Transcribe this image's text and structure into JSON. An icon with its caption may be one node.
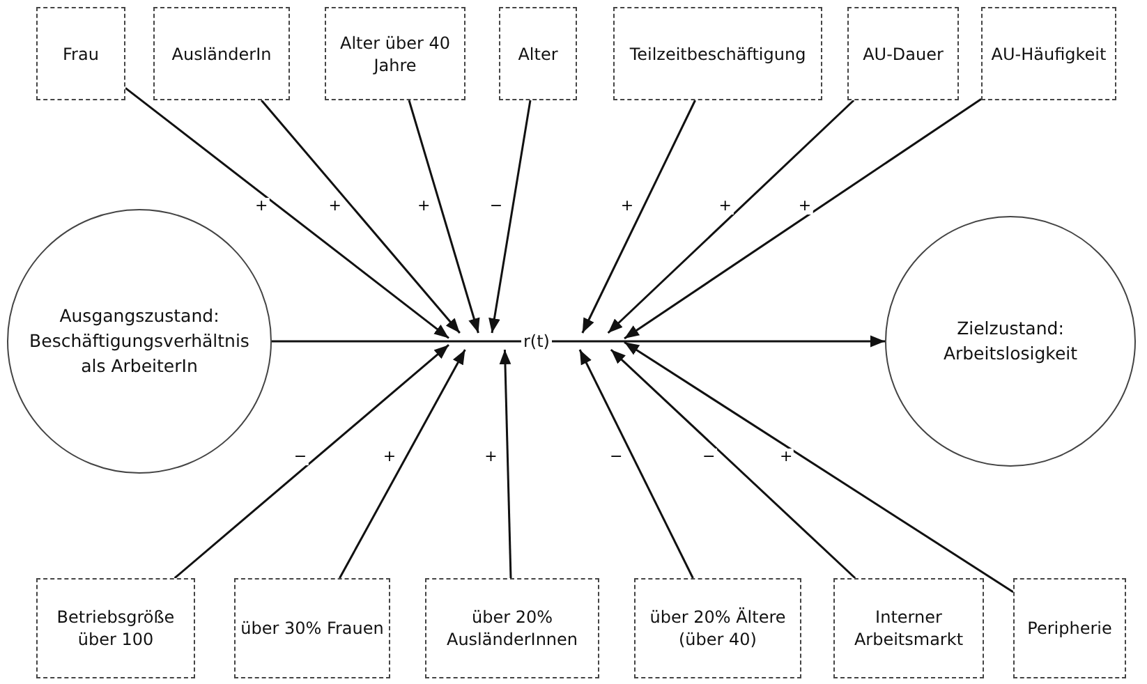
{
  "diagram": {
    "nodes": [
      {
        "text": [
          "Frau"
        ]
      },
      {
        "text": [
          "AusländerIn"
        ]
      },
      {
        "text": [
          "Alter über 40 Jahre"
        ]
      },
      {
        "text": [
          "Alter"
        ]
      },
      {
        "text": [
          "Teilzeitbeschäftigung"
        ]
      },
      {
        "text": [
          "AU-Dauer"
        ]
      },
      {
        "text": [
          "AU-Häufigkeit"
        ]
      },
      {
        "text": [
          "Ausgangszustand: Beschäftigungsverhältnis als ArbeiterIn"
        ]
      },
      {
        "text": [
          "r(t)"
        ]
      },
      {
        "text": [
          "Zielzustand: Arbeitslosigkeit"
        ]
      },
      {
        "text": [
          "Betriebsgröße über 100"
        ]
      },
      {
        "text": [
          "über 30% Frauen"
        ]
      },
      {
        "text": [
          "über 20% AusländerInnen"
        ]
      },
      {
        "text": [
          "über 20% Ältere (über 40)"
        ]
      },
      {
        "text": [
          "Interner Arbeitsmarkt"
        ]
      },
      {
        "text": [
          "Peripherie"
        ]
      }
    ],
    "edges": [
      {
        "from": 7,
        "to": 8,
        "arrow": "none"
      },
      {
        "from": 8,
        "to": 9,
        "arrow": "to"
      },
      {
        "from": 0,
        "to": 8,
        "arrow": "to",
        "label": "+"
      },
      {
        "from": 1,
        "to": 8,
        "arrow": "to",
        "label": "+"
      },
      {
        "from": 2,
        "to": 8,
        "arrow": "to",
        "label": "+"
      },
      {
        "from": 3,
        "to": 8,
        "arrow": "to",
        "label": "−"
      },
      {
        "from": 4,
        "to": 8,
        "arrow": "to",
        "label": "+"
      },
      {
        "from": 5,
        "to": 8,
        "arrow": "to",
        "label": "+"
      },
      {
        "from": 6,
        "to": 8,
        "arrow": "to",
        "label": "+"
      },
      {
        "from": 10,
        "to": 8,
        "arrow": "to",
        "label": "−"
      },
      {
        "from": 11,
        "to": 8,
        "arrow": "to",
        "label": "+"
      },
      {
        "from": 12,
        "to": 8,
        "arrow": "to",
        "label": "+"
      },
      {
        "from": 13,
        "to": 8,
        "arrow": "to",
        "label": "−"
      },
      {
        "from": 14,
        "to": 8,
        "arrow": "to",
        "label": "−"
      },
      {
        "from": 15,
        "to": 8,
        "arrow": "to",
        "label": "+"
      }
    ]
  }
}
